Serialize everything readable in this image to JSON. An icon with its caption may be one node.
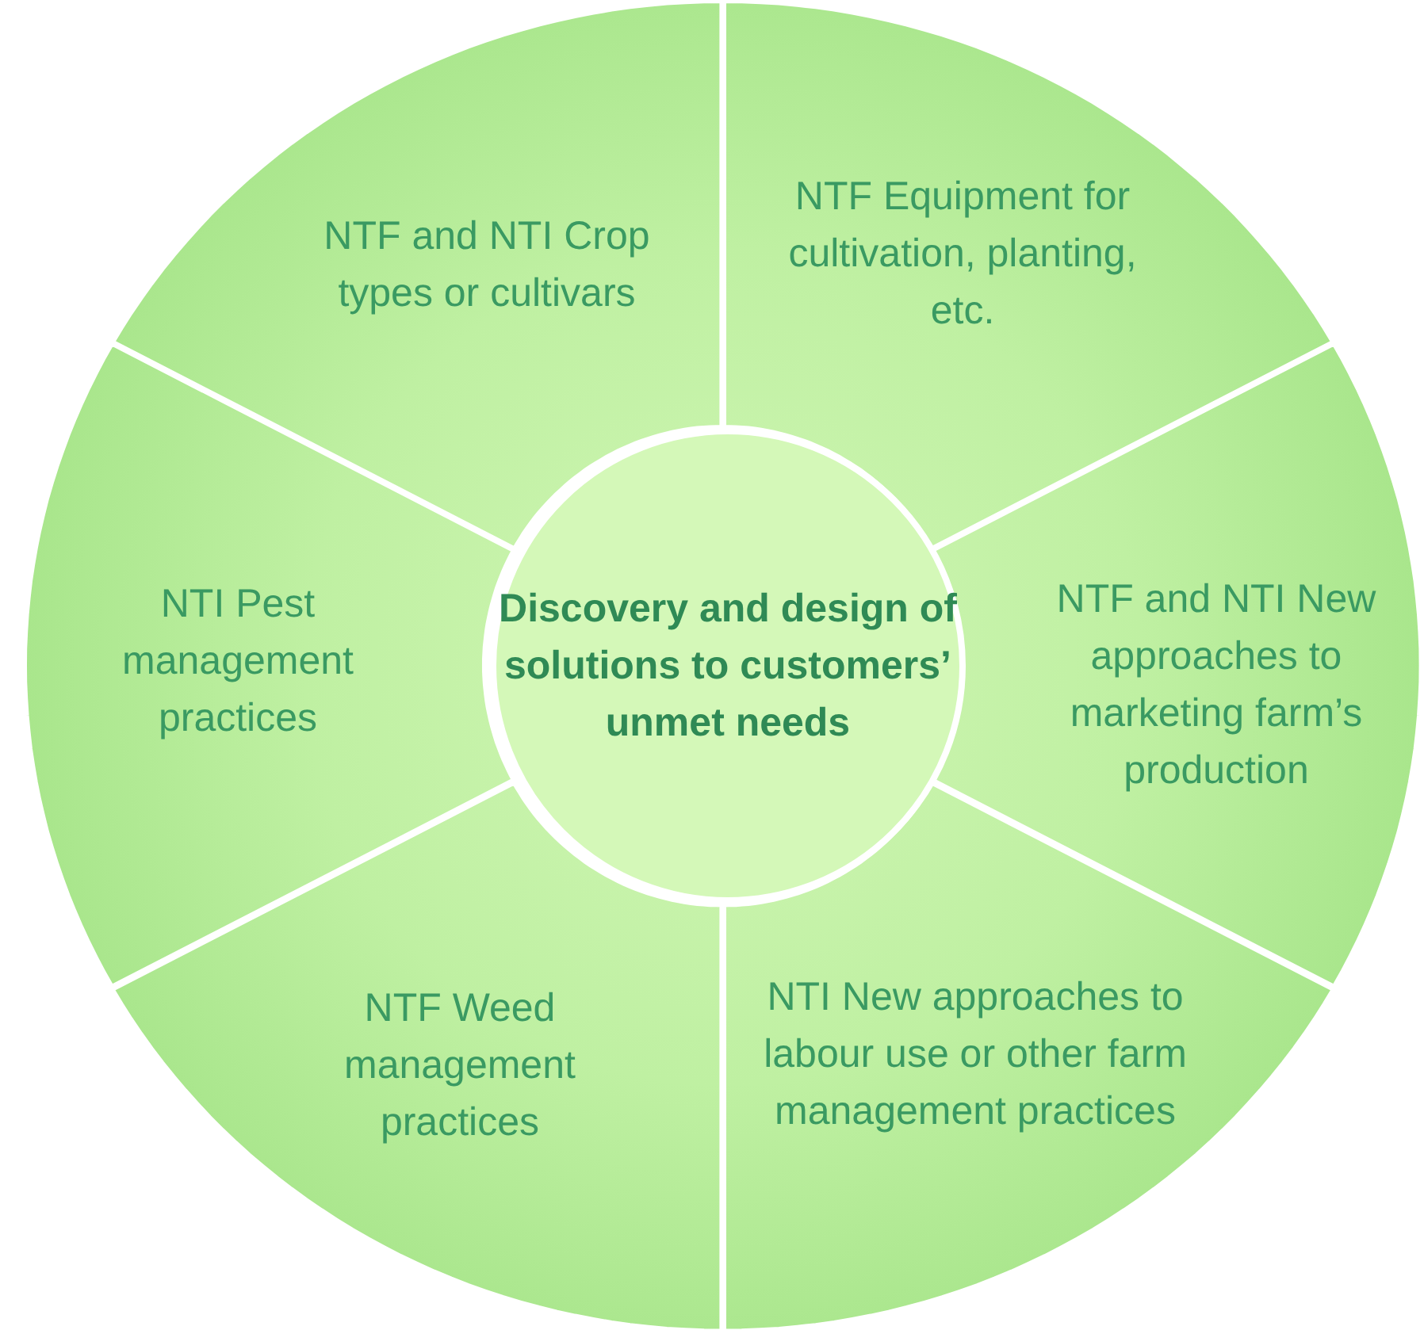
{
  "diagram": {
    "nodes": [
      {
        "text": [
          "Discovery and design of solutions to customers’ unmet needs"
        ]
      },
      {
        "text": [
          "NTF and NTI Crop types or cultivars"
        ]
      },
      {
        "text": [
          "NTF Equipment for cultivation, planting, etc."
        ]
      },
      {
        "text": [
          "NTI Pest management practices"
        ]
      },
      {
        "text": [
          "NTF and NTI New approaches to marketing farm’s production"
        ]
      },
      {
        "text": [
          "NTF Weed management practices"
        ]
      },
      {
        "text": [
          "NTI New approaches to labour use or other farm management practices"
        ]
      }
    ]
  }
}
